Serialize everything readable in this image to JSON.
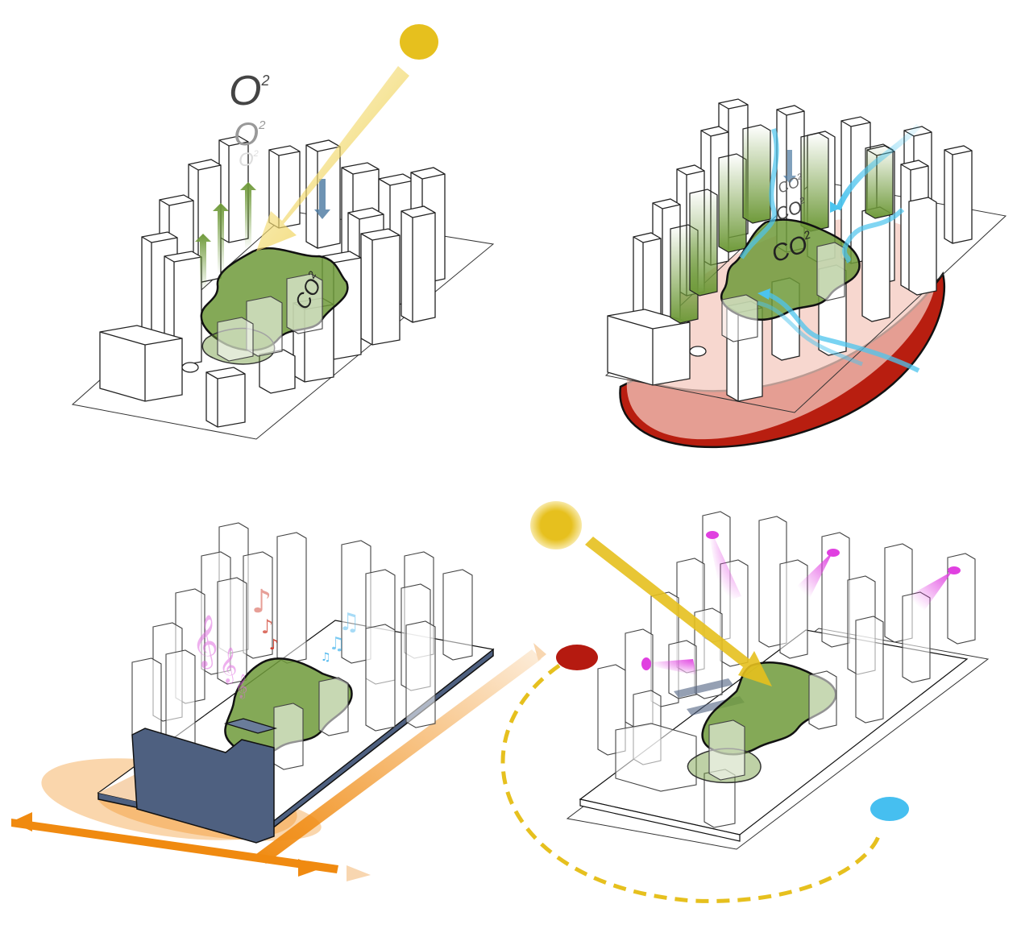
{
  "labels": {
    "o2_large": "O",
    "o2_medium": "O",
    "o2_small": "O",
    "superscript": "2",
    "co2": "CO",
    "co2_superscript": "2"
  },
  "colors": {
    "sun": "#e6c01e",
    "vegetation": "#6f9a3a",
    "heat": "#b81e10",
    "heat_halo": "#f4c9bf",
    "wind": "#4cc4ee",
    "traffic": "#f08a10",
    "music_pink": "#e070e0",
    "music_red": "#d04030",
    "music_blue": "#4fb8ee",
    "view_magenta": "#e040e0",
    "podium": "#4e6080",
    "dusk": "#b51a10",
    "dawn": "#46bff0"
  },
  "panels": [
    {
      "id": "oxygen",
      "theme": "O2 release and sunlight on the green space"
    },
    {
      "id": "heat-island",
      "theme": "CO2 absorption, cooling breezes and heat island"
    },
    {
      "id": "noise",
      "theme": "Street noise buffered by podium, music in the park"
    },
    {
      "id": "sun-views",
      "theme": "Sun path from dawn to dusk and views to the park"
    }
  ]
}
